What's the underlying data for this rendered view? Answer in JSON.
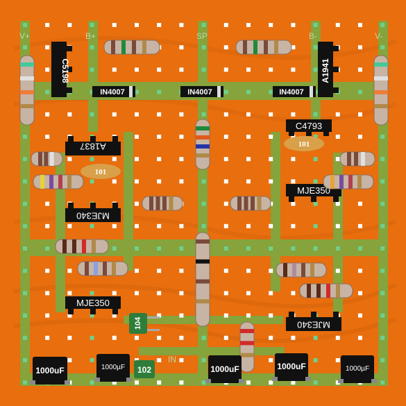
{
  "board": {
    "rail_labels": [
      "V+",
      "B+",
      "SP",
      "B-",
      "V-"
    ],
    "in_label": "IN",
    "colors": {
      "substrate": "#e86e0e",
      "trace": "#86a33c",
      "pad": "#ffffff",
      "pad_connected": "#6fd08c",
      "chip": "#111111",
      "chip_text": "#ffffff",
      "rail_text": "#bcd9a4"
    }
  },
  "transistors": [
    {
      "label": "C5198",
      "rotated": true
    },
    {
      "label": "A1941",
      "rotated": true
    },
    {
      "label": "C4793",
      "rotated": false
    },
    {
      "label": "A1837",
      "rotated": false,
      "mirrored": true
    },
    {
      "label": "MJE350",
      "rotated": false
    },
    {
      "label": "MJE340",
      "rotated": false,
      "mirrored": true
    },
    {
      "label": "MJE350",
      "rotated": false
    },
    {
      "label": "MJE340",
      "rotated": false,
      "mirrored": true
    }
  ],
  "diodes": [
    "IN4007",
    "IN4007",
    "IN4007"
  ],
  "capacitors_small": [
    "101",
    "101",
    "104",
    "102"
  ],
  "capacitors_electrolytic": [
    "1000uF",
    "1000µF",
    "1000uF",
    "1000uF",
    "1000µF"
  ]
}
